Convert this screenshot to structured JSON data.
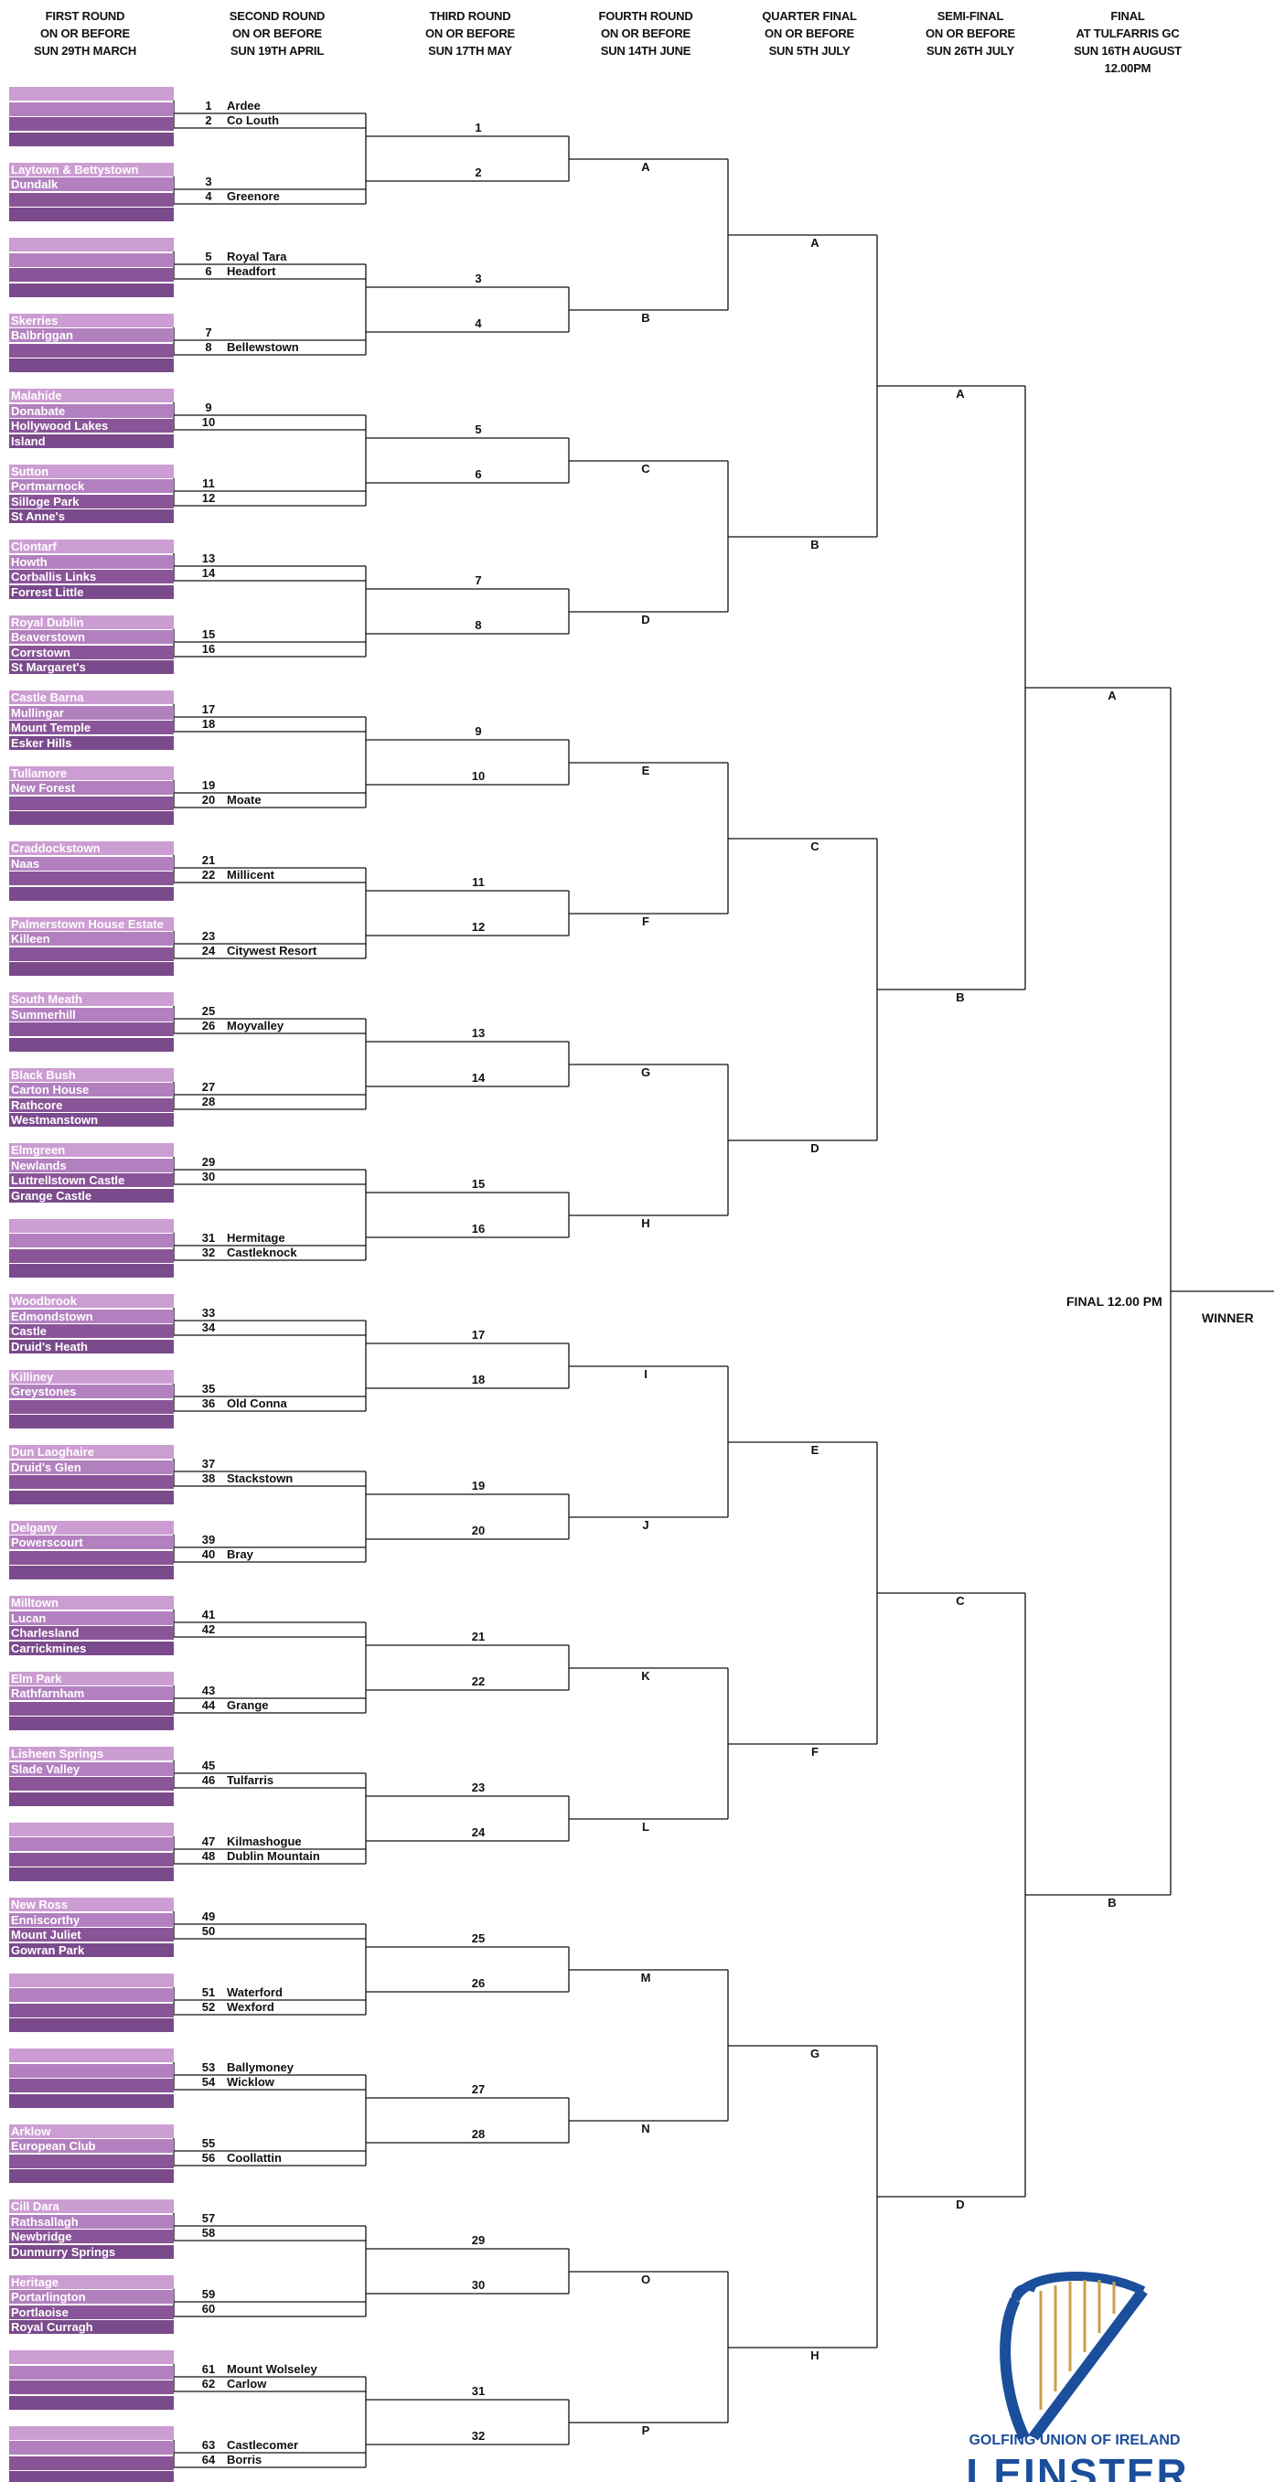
{
  "headers": [
    {
      "lines": [
        "FIRST ROUND",
        "ON OR BEFORE",
        "SUN 29TH MARCH"
      ]
    },
    {
      "lines": [
        "SECOND ROUND",
        "ON OR BEFORE",
        "SUN 19TH APRIL"
      ]
    },
    {
      "lines": [
        "THIRD ROUND",
        "ON OR BEFORE",
        "SUN 17TH MAY"
      ]
    },
    {
      "lines": [
        "FOURTH ROUND",
        "ON OR BEFORE",
        "SUN 14TH JUNE"
      ]
    },
    {
      "lines": [
        "QUARTER FINAL",
        "ON OR BEFORE",
        "SUN 5TH JULY"
      ]
    },
    {
      "lines": [
        "SEMI-FINAL",
        "ON OR BEFORE",
        "SUN 26TH JULY"
      ]
    },
    {
      "lines": [
        "FINAL",
        "AT TULFARRIS GC",
        "SUN 16TH AUGUST",
        "12.00PM"
      ]
    }
  ],
  "first_round_groups": [
    [
      "",
      "",
      "",
      ""
    ],
    [
      "Laytown & Bettystown",
      "Dundalk",
      "",
      ""
    ],
    [
      "",
      "",
      "",
      ""
    ],
    [
      "Skerries",
      "Balbriggan",
      "",
      ""
    ],
    [
      "Malahide",
      "Donabate",
      "Hollywood Lakes",
      "Island"
    ],
    [
      "Sutton",
      "Portmarnock",
      "Sillogе Park",
      "St Anne's"
    ],
    [
      "Clontarf",
      "Howth",
      "Corballis Links",
      "Forrest Little"
    ],
    [
      "Royal Dublin",
      "Beaverstown",
      "Corrstown",
      "St Margaret's"
    ],
    [
      "Castle Barna",
      "Mullingar",
      "Mount Temple",
      "Esker Hills"
    ],
    [
      "Tullamore",
      "New Forest",
      "",
      ""
    ],
    [
      "Craddockstown",
      "Naas",
      "",
      ""
    ],
    [
      "Palmerstown House Estate",
      "Killeen",
      "",
      ""
    ],
    [
      "South Meath",
      "Summerhill",
      "",
      ""
    ],
    [
      "Black Bush",
      "Carton House",
      "Rathcore",
      "Westmanstown"
    ],
    [
      "Elmgreen",
      "Newlands",
      "Luttrellstown Castle",
      "Grange Castle"
    ],
    [
      "",
      "",
      "",
      ""
    ],
    [
      "Woodbrook",
      "Edmondstown",
      "Castle",
      "Druid's Heath"
    ],
    [
      "Killiney",
      "Greystones",
      "",
      ""
    ],
    [
      "Dun Laoghaire",
      "Druid's Glen",
      "",
      ""
    ],
    [
      "Delgany",
      "Powerscourt",
      "",
      ""
    ],
    [
      "Milltown",
      "Lucan",
      "Charlesland",
      "Carrickmines"
    ],
    [
      "Elm Park",
      "Rathfarnham",
      "",
      ""
    ],
    [
      "Lisheen Springs",
      "Slade Valley",
      "",
      ""
    ],
    [
      "",
      "",
      "",
      ""
    ],
    [
      "New Ross",
      "Enniscorthy",
      "Mount Juliet",
      "Gowran Park"
    ],
    [
      "",
      "",
      "",
      ""
    ],
    [
      "",
      "",
      "",
      ""
    ],
    [
      "Arklow",
      "European Club",
      "",
      ""
    ],
    [
      "Cill Dara",
      "Rathsallagh",
      "Newbridge",
      "Dunmurry Springs"
    ],
    [
      "Heritage",
      "Portarlington",
      "Portlaoise",
      "Royal Curragh"
    ],
    [
      "",
      "",
      "",
      ""
    ],
    [
      "",
      "",
      "",
      ""
    ]
  ],
  "second_round": [
    {
      "n": "1",
      "name": "Ardee"
    },
    {
      "n": "2",
      "name": "Co Louth"
    },
    {
      "n": "3",
      "name": ""
    },
    {
      "n": "4",
      "name": "Greenore"
    },
    {
      "n": "5",
      "name": "Royal Tara"
    },
    {
      "n": "6",
      "name": "Headfort"
    },
    {
      "n": "7",
      "name": ""
    },
    {
      "n": "8",
      "name": "Bellewstown"
    },
    {
      "n": "9",
      "name": ""
    },
    {
      "n": "10",
      "name": ""
    },
    {
      "n": "11",
      "name": ""
    },
    {
      "n": "12",
      "name": ""
    },
    {
      "n": "13",
      "name": ""
    },
    {
      "n": "14",
      "name": ""
    },
    {
      "n": "15",
      "name": ""
    },
    {
      "n": "16",
      "name": ""
    },
    {
      "n": "17",
      "name": ""
    },
    {
      "n": "18",
      "name": ""
    },
    {
      "n": "19",
      "name": ""
    },
    {
      "n": "20",
      "name": "Moate"
    },
    {
      "n": "21",
      "name": ""
    },
    {
      "n": "22",
      "name": "Millicent"
    },
    {
      "n": "23",
      "name": ""
    },
    {
      "n": "24",
      "name": "Citywest Resort"
    },
    {
      "n": "25",
      "name": ""
    },
    {
      "n": "26",
      "name": "Moyvalley"
    },
    {
      "n": "27",
      "name": ""
    },
    {
      "n": "28",
      "name": ""
    },
    {
      "n": "29",
      "name": ""
    },
    {
      "n": "30",
      "name": ""
    },
    {
      "n": "31",
      "name": "Hermitage"
    },
    {
      "n": "32",
      "name": "Castleknock"
    },
    {
      "n": "33",
      "name": ""
    },
    {
      "n": "34",
      "name": ""
    },
    {
      "n": "35",
      "name": ""
    },
    {
      "n": "36",
      "name": "Old Conna"
    },
    {
      "n": "37",
      "name": ""
    },
    {
      "n": "38",
      "name": "Stackstown"
    },
    {
      "n": "39",
      "name": ""
    },
    {
      "n": "40",
      "name": "Bray"
    },
    {
      "n": "41",
      "name": ""
    },
    {
      "n": "42",
      "name": ""
    },
    {
      "n": "43",
      "name": ""
    },
    {
      "n": "44",
      "name": "Grange"
    },
    {
      "n": "45",
      "name": ""
    },
    {
      "n": "46",
      "name": "Tulfarris"
    },
    {
      "n": "47",
      "name": "Kilmashogue"
    },
    {
      "n": "48",
      "name": "Dublin Mountain"
    },
    {
      "n": "49",
      "name": ""
    },
    {
      "n": "50",
      "name": ""
    },
    {
      "n": "51",
      "name": "Waterford"
    },
    {
      "n": "52",
      "name": "Wexford"
    },
    {
      "n": "53",
      "name": "Ballymoney"
    },
    {
      "n": "54",
      "name": "Wicklow"
    },
    {
      "n": "55",
      "name": ""
    },
    {
      "n": "56",
      "name": "Coollattin"
    },
    {
      "n": "57",
      "name": ""
    },
    {
      "n": "58",
      "name": ""
    },
    {
      "n": "59",
      "name": ""
    },
    {
      "n": "60",
      "name": ""
    },
    {
      "n": "61",
      "name": "Mount Wolseley"
    },
    {
      "n": "62",
      "name": "Carlow"
    },
    {
      "n": "63",
      "name": "Castlecomer"
    },
    {
      "n": "64",
      "name": "Borris"
    }
  ],
  "third_round_labels": [
    "1",
    "2",
    "3",
    "4",
    "5",
    "6",
    "7",
    "8",
    "9",
    "10",
    "11",
    "12",
    "13",
    "14",
    "15",
    "16",
    "17",
    "18",
    "19",
    "20",
    "21",
    "22",
    "23",
    "24",
    "25",
    "26",
    "27",
    "28",
    "29",
    "30",
    "31",
    "32"
  ],
  "fourth_round_labels": [
    "A",
    "B",
    "C",
    "D",
    "E",
    "F",
    "G",
    "H",
    "I",
    "J",
    "K",
    "L",
    "M",
    "N",
    "O",
    "P"
  ],
  "quarter_final_labels": [
    "A",
    "B",
    "C",
    "D",
    "E",
    "F",
    "G",
    "H"
  ],
  "semi_final_labels": [
    "A",
    "B",
    "C",
    "D"
  ],
  "final_labels": [
    "A",
    "B"
  ],
  "final_text": "FINAL 12.00 PM",
  "winner_text": "WINNER",
  "logo": {
    "line1": "GOLFING UNION OF IRELAND",
    "line2": "LEINSTER"
  },
  "colors": {
    "lilac_light": "#cc9dd2",
    "lilac_mid": "#b280bf",
    "purple_dark": "#8a5598",
    "purple_deep": "#7a4a8c",
    "logo_blue": "#1b4e9b",
    "logo_gold": "#c8a24a"
  }
}
